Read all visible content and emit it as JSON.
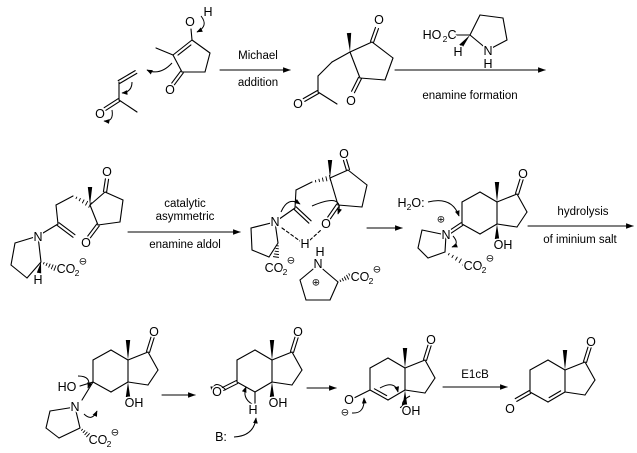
{
  "reactions": {
    "michael": {
      "line1": "Michael",
      "line2": "addition"
    },
    "enamine_formation": {
      "label": "enamine formation"
    },
    "aldol": {
      "line1": "catalytic",
      "line2": "asymmetric",
      "line3": "enamine aldol"
    },
    "hydrolysis": {
      "line1": "hydrolysis",
      "line2": "of iminium salt"
    },
    "elimination": {
      "label": "E1cB"
    }
  },
  "atoms": {
    "O": "O",
    "H": "H",
    "N": "N",
    "OH": "OH",
    "HO": "HO",
    "C": "C",
    "CO": "CO",
    "sub2": "2",
    "O_lone": "O:",
    "base": "B:",
    "minus": "⊖",
    "plus": "⊕"
  }
}
